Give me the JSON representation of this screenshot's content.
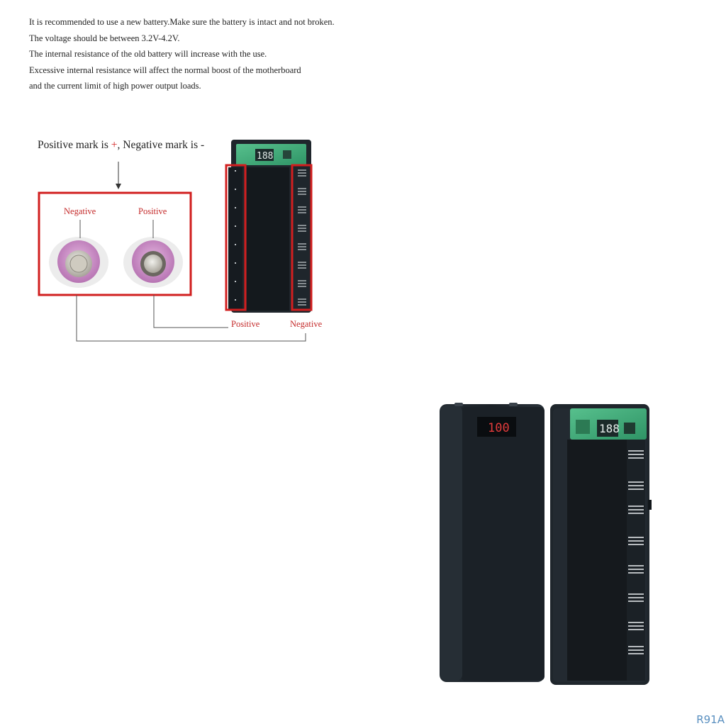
{
  "notes": [
    "It is recommended to use a new battery.Make sure the battery is intact and not broken.",
    "The voltage should be between 3.2V-4.2V.",
    "The internal resistance of the old battery will increase with the use.",
    "Excessive internal resistance will affect the normal boost of the motherboard",
    "and the current limit of high power output loads."
  ],
  "diagram": {
    "caption_before": "Positive mark is ",
    "caption_plus": "+",
    "caption_after": ", Negative mark is -",
    "cell_negative_label": "Negative",
    "cell_positive_label": "Positive",
    "slot_positive_label": "Positive",
    "slot_negative_label": "Negative",
    "display_small": "188"
  },
  "product": {
    "lid_display": "100",
    "board_display": "188"
  },
  "watermark": "R91A",
  "colors": {
    "annotation_red": "#d11f1f",
    "case_dark": "#1d242b",
    "pcb_green": "#3fae7a",
    "cell_pink": "#d39ad0"
  }
}
